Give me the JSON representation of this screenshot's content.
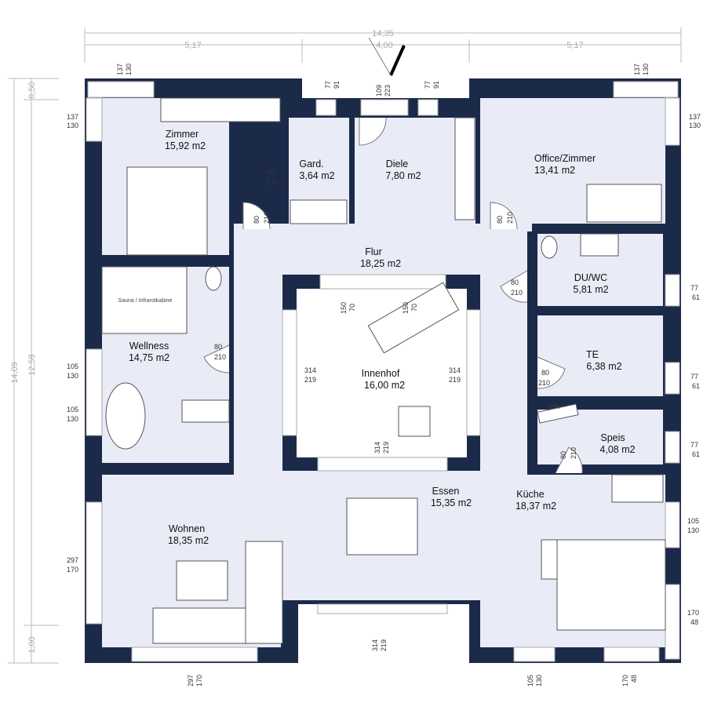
{
  "colors": {
    "wall": "#1c2a4a",
    "floor": "#e9ecf7",
    "courtyard": "#ffffff",
    "dimension": "#aaaaaa"
  },
  "overall_dims": {
    "total_width": "14,35",
    "left": "5,17",
    "middle": "4,00",
    "right": "5,17",
    "top_offset": "0,50",
    "inner_height": "12,59",
    "total_height": "14,09",
    "bottom_offset": "1,00"
  },
  "rooms": {
    "zimmer": {
      "name": "Zimmer",
      "area": "15,92 m2"
    },
    "gard": {
      "name": "Gard.",
      "area": "3,64 m2"
    },
    "diele": {
      "name": "Diele",
      "area": "7,80 m2"
    },
    "office": {
      "name": "Office/Zimmer",
      "area": "13,41 m2"
    },
    "flur": {
      "name": "Flur",
      "area": "18,25 m2"
    },
    "duwc": {
      "name": "DU/WC",
      "area": "5,81 m2"
    },
    "wellness": {
      "name": "Wellness",
      "area": "14,75 m2"
    },
    "innenhof": {
      "name": "Innenhof",
      "area": "16,00 m2"
    },
    "te": {
      "name": "TE",
      "area": "6,38 m2"
    },
    "speis": {
      "name": "Speis",
      "area": "4,08 m2"
    },
    "essen": {
      "name": "Essen",
      "area": "15,35 m2"
    },
    "kueche": {
      "name": "Küche",
      "area": "18,37 m2"
    },
    "wohnen": {
      "name": "Wohnen",
      "area": "18,35 m2"
    }
  },
  "labels": {
    "sauna": "Sauna / Infrarotkabine",
    "vtk": "VTK"
  },
  "windows": {
    "top": [
      [
        "137",
        "130"
      ],
      [
        "77",
        "91"
      ],
      [
        "109",
        "223"
      ],
      [
        "77",
        "91"
      ],
      [
        "137",
        "130"
      ]
    ],
    "left": [
      [
        "137",
        "130"
      ],
      [
        "105",
        "130"
      ],
      [
        "105",
        "130"
      ],
      [
        "297",
        "170"
      ]
    ],
    "right": [
      [
        "137",
        "130"
      ],
      [
        "77",
        "61"
      ],
      [
        "77",
        "61"
      ],
      [
        "77",
        "61"
      ],
      [
        "105",
        "130"
      ],
      [
        "170",
        "48"
      ]
    ],
    "bottom": [
      [
        "297",
        "170"
      ],
      [
        "314",
        "219"
      ],
      [
        "105",
        "130"
      ],
      [
        "170",
        "48"
      ]
    ],
    "courtyard": [
      [
        "150",
        "70"
      ],
      [
        "150",
        "70"
      ],
      [
        "314",
        "219"
      ],
      [
        "314",
        "219"
      ],
      [
        "314",
        "219"
      ]
    ]
  },
  "doors": {
    "zimmer": [
      "80",
      "210"
    ],
    "gard": [
      "80",
      "210"
    ],
    "office": [
      "80",
      "210"
    ],
    "duwc": [
      "80",
      "210"
    ],
    "te": [
      "80",
      "210"
    ],
    "wellness": [
      "80",
      "210"
    ],
    "speis": [
      "80",
      "210"
    ]
  }
}
